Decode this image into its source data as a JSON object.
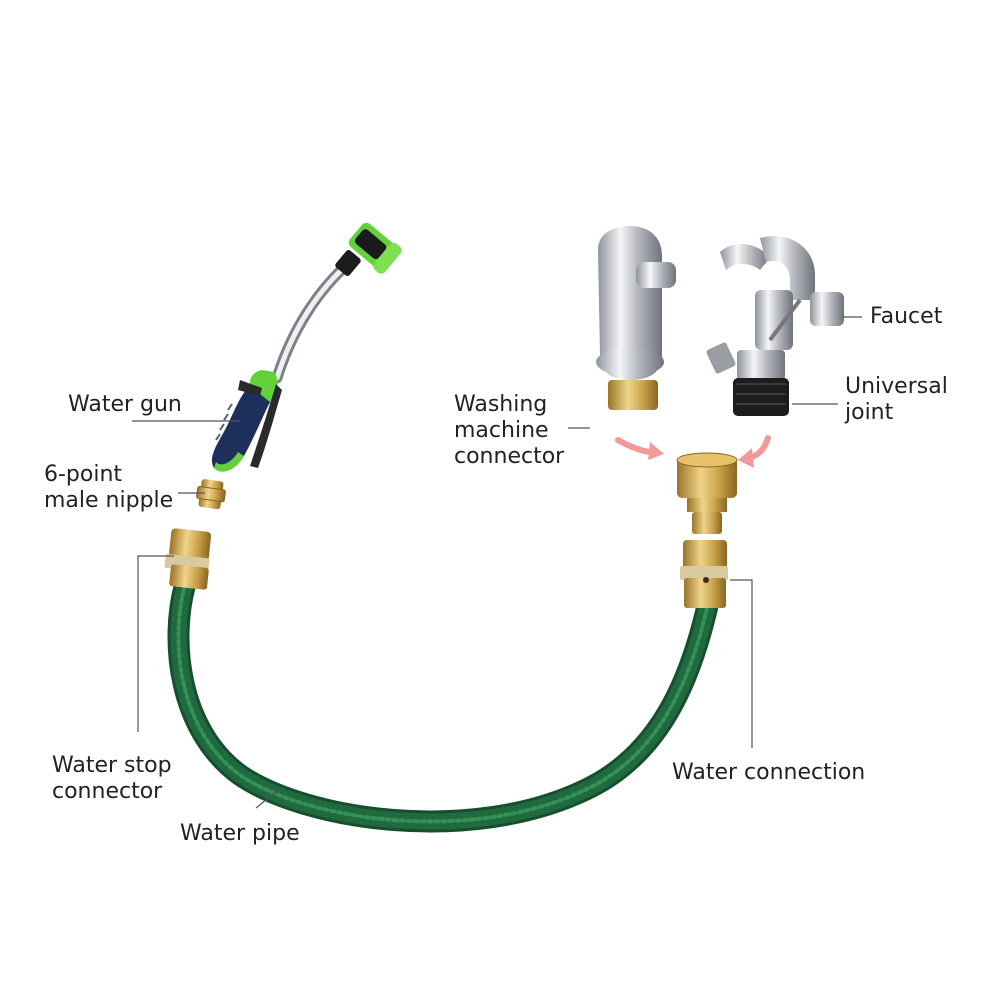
{
  "labels": {
    "water_gun": "Water gun",
    "male_nipple": [
      "6-point",
      "male nipple"
    ],
    "washing_machine_connector": [
      "Washing",
      "machine",
      "connector"
    ],
    "faucet": "Faucet",
    "universal_joint": [
      "Universal",
      "joint"
    ],
    "water_stop_connector": [
      "Water stop",
      "connector"
    ],
    "water_pipe": "Water pipe",
    "water_connection": "Water connection"
  },
  "colors": {
    "hose_green": "#1f6b3e",
    "nozzle_green": "#63d13c",
    "handle_navy": "#1f2f5c",
    "brass": "#c9a24a",
    "chrome": "#b9bcc2",
    "arrow_pink": "#f29a9a",
    "leader_line": "#555555"
  }
}
